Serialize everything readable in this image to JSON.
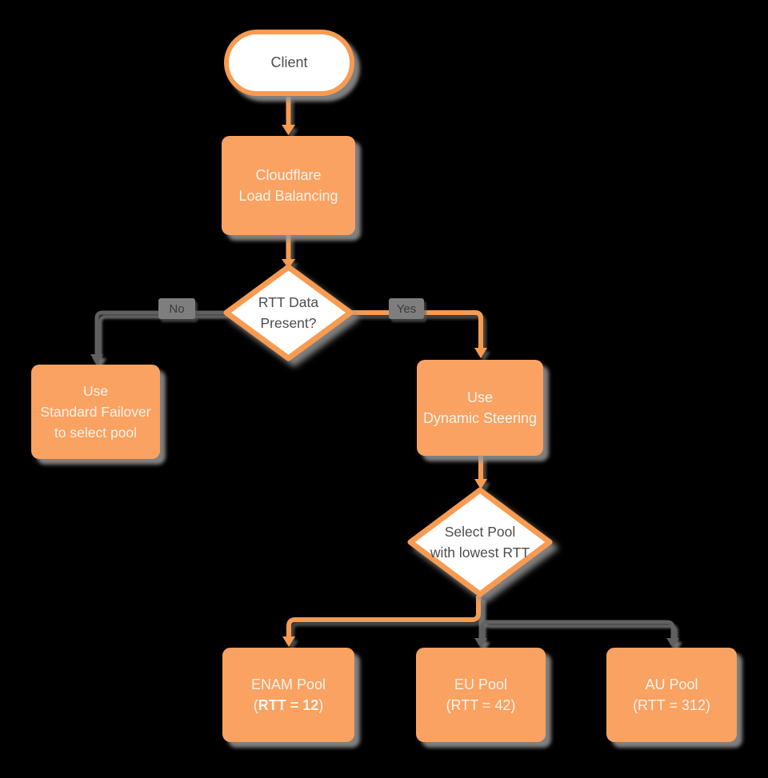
{
  "colors": {
    "background": "#000000",
    "node_fill_orange": "#F9A262",
    "stroke_orange": "#F89B52",
    "connector_gray": "#606060",
    "edge_label_bg": "#7E7E7E",
    "dark_text": "#4D4D4D",
    "light_text": "#FCF3EA"
  },
  "nodes": {
    "client": {
      "label": "Client"
    },
    "load_balancer": {
      "line1": "Cloudflare",
      "line2": "Load Balancing"
    },
    "rtt_decision": {
      "line1": "RTT Data",
      "line2": "Present?"
    },
    "standard_failover": {
      "line1": "Use",
      "line2": "Standard Failover",
      "line3": "to select pool"
    },
    "dynamic_steering": {
      "line1": "Use",
      "line2": "Dynamic Steering"
    },
    "select_pool": {
      "line1": "Select Pool",
      "line2": "with lowest RTT"
    },
    "enam_pool": {
      "line1": "ENAM Pool",
      "paren_open": "(",
      "rtt_bold": "RTT = 12",
      "paren_close": ")"
    },
    "eu_pool": {
      "line1": "EU Pool",
      "line2": "(RTT = 42)"
    },
    "au_pool": {
      "line1": "AU Pool",
      "line2": "(RTT = 312)"
    }
  },
  "edges": {
    "no_label": "No",
    "yes_label": "Yes"
  }
}
